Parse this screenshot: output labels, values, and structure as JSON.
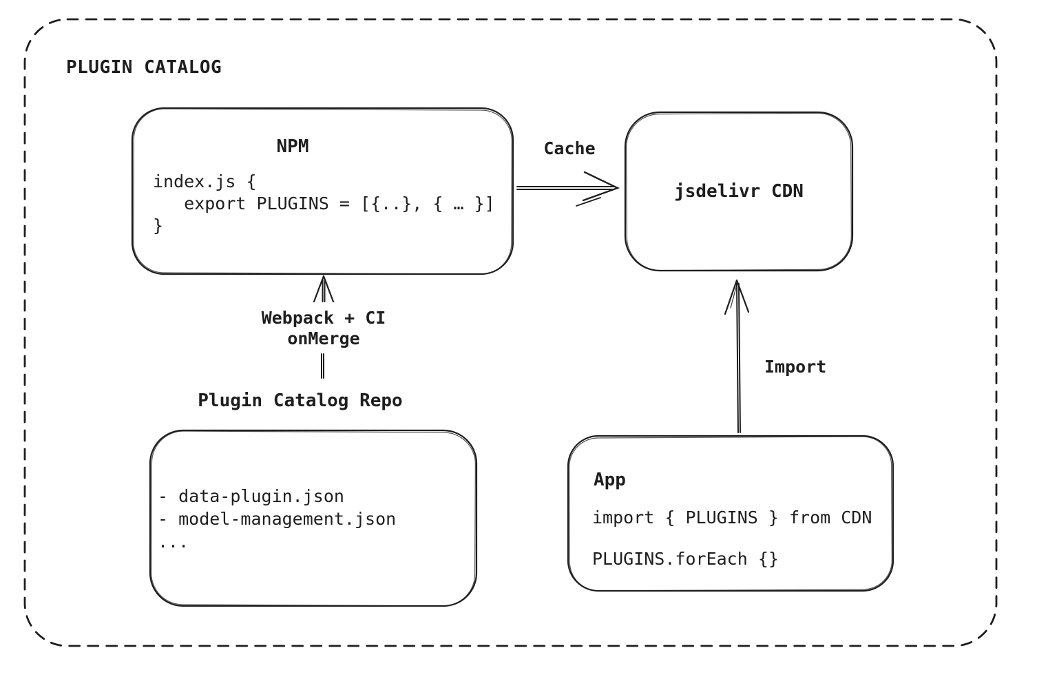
{
  "diagram": {
    "title": "PLUGIN CATALOG",
    "colors": {
      "stroke": "#1e1e1e",
      "text": "#1e1e1e",
      "background": "#ffffff"
    },
    "nodes": {
      "npm": {
        "title": "NPM",
        "code": [
          "index.js {",
          "   export PLUGINS = [{..}, { … }]",
          "}"
        ]
      },
      "cdn": {
        "title": "jsdelivr CDN"
      },
      "repo": {
        "label": "Plugin Catalog Repo",
        "items": [
          "- data-plugin.json",
          "- model-management.json",
          "..."
        ]
      },
      "app": {
        "title": "App",
        "code": [
          "import { PLUGINS } from CDN",
          "PLUGINS.forEach {}"
        ]
      }
    },
    "edges": {
      "cache": {
        "label": "Cache"
      },
      "build": {
        "label_line1": "Webpack + CI",
        "label_line2": "onMerge"
      },
      "import": {
        "label": "Import"
      }
    }
  }
}
